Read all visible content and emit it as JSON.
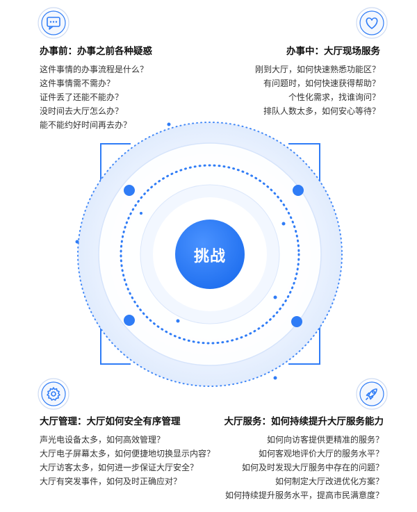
{
  "center": {
    "label": "挑战"
  },
  "quadrants": {
    "top_left": {
      "icon": "chat-bubble-icon",
      "title": "办事前：办事之前各种疑惑",
      "items": [
        "这件事情的办事流程是什么？",
        "这件事情需不需办？",
        "证件丢了还能不能办？",
        "没时间去大厅怎么办？",
        "能不能约好时间再去办？"
      ]
    },
    "top_right": {
      "icon": "heart-icon",
      "title": "办事中：大厅现场服务",
      "items": [
        "刚到大厅，如何快速熟悉功能区？",
        "有问题时，如何快速获得帮助？",
        "个性化需求，找谁询问？",
        "排队人数太多，如何安心等待？"
      ]
    },
    "bottom_left": {
      "icon": "gear-icon",
      "title": "大厅管理：大厅如何安全有序管理",
      "items": [
        "声光电设备太多，如何高效管理？",
        "大厅电子屏幕太多，如何便捷地切换显示内容？",
        "大厅访客太多，如何进一步保证大厅安全？",
        "大厅有突发事件，如何及时正确应对？"
      ]
    },
    "bottom_right": {
      "icon": "rocket-icon",
      "title": "大厅服务：如何持续提升大厅服务能力",
      "items": [
        "如何向访客提供更精准的服务？",
        "如何客观地评价大厅的服务水平？",
        "如何及时发现大厅服务中存在的问题？",
        "如何制定大厅改进优化方案？",
        "如何持续提升服务水平，提高市民满意度？"
      ]
    }
  },
  "colors": {
    "accent": "#2f7cf6",
    "accent_light": "#e7f0fe",
    "dot": "#2f7cf6"
  }
}
